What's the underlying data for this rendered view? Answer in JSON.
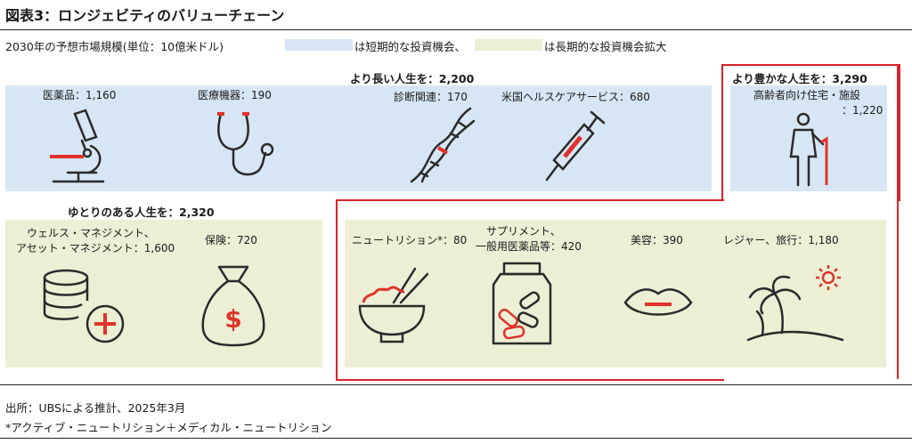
{
  "header": {
    "title": "図表3：ロンジェビティのバリューチェーン",
    "subtitle": "2030年の予想市場規模(単位：10億米ドル)",
    "legend_short": "は短期的な投資機会、",
    "legend_long": "は長期的な投資機会拡大"
  },
  "colors": {
    "short_term": "#d6e6f4",
    "long_term": "#ecefd4",
    "accent": "#e0332b",
    "frame": "#d9232a"
  },
  "groups": {
    "longer_life": {
      "title": "より長い人生を：2,200",
      "items": [
        {
          "label": "医薬品：1,160",
          "icon": "microscope-icon"
        },
        {
          "label": "医療機器：190",
          "icon": "stethoscope-icon"
        },
        {
          "label": "診断関連：170",
          "icon": "dna-icon"
        },
        {
          "label": "米国ヘルスケアサービス：680",
          "icon": "syringe-icon"
        }
      ]
    },
    "richer_life": {
      "title": "より豊かな人生を：3,290",
      "items": [
        {
          "label_line1": "高齢者向け住宅・施設",
          "label_line2": "：1,220",
          "icon": "elderly-person-icon"
        },
        {
          "label": "ニュートリション*：80",
          "icon": "rice-bowl-icon"
        },
        {
          "label_line1": "サプリメント、",
          "label_line2": "一般用医薬品等：420",
          "icon": "pill-bottle-icon"
        },
        {
          "label": "美容：390",
          "icon": "lips-icon"
        },
        {
          "label": "レジャー、旅行：1,180",
          "icon": "palm-island-icon"
        }
      ]
    },
    "comfortable_life": {
      "title": "ゆとりのある人生を：2,320",
      "items": [
        {
          "label_line1": "ウェルス・マネジメント、",
          "label_line2": "アセット・マネジメント：1,600",
          "icon": "coins-plus-icon"
        },
        {
          "label": "保険：720",
          "icon": "money-bag-icon"
        }
      ]
    }
  },
  "footer": {
    "source": "出所：UBSによる推計、2025年3月",
    "note": "*アクティブ・ニュートリション＋メディカル・ニュートリション"
  }
}
